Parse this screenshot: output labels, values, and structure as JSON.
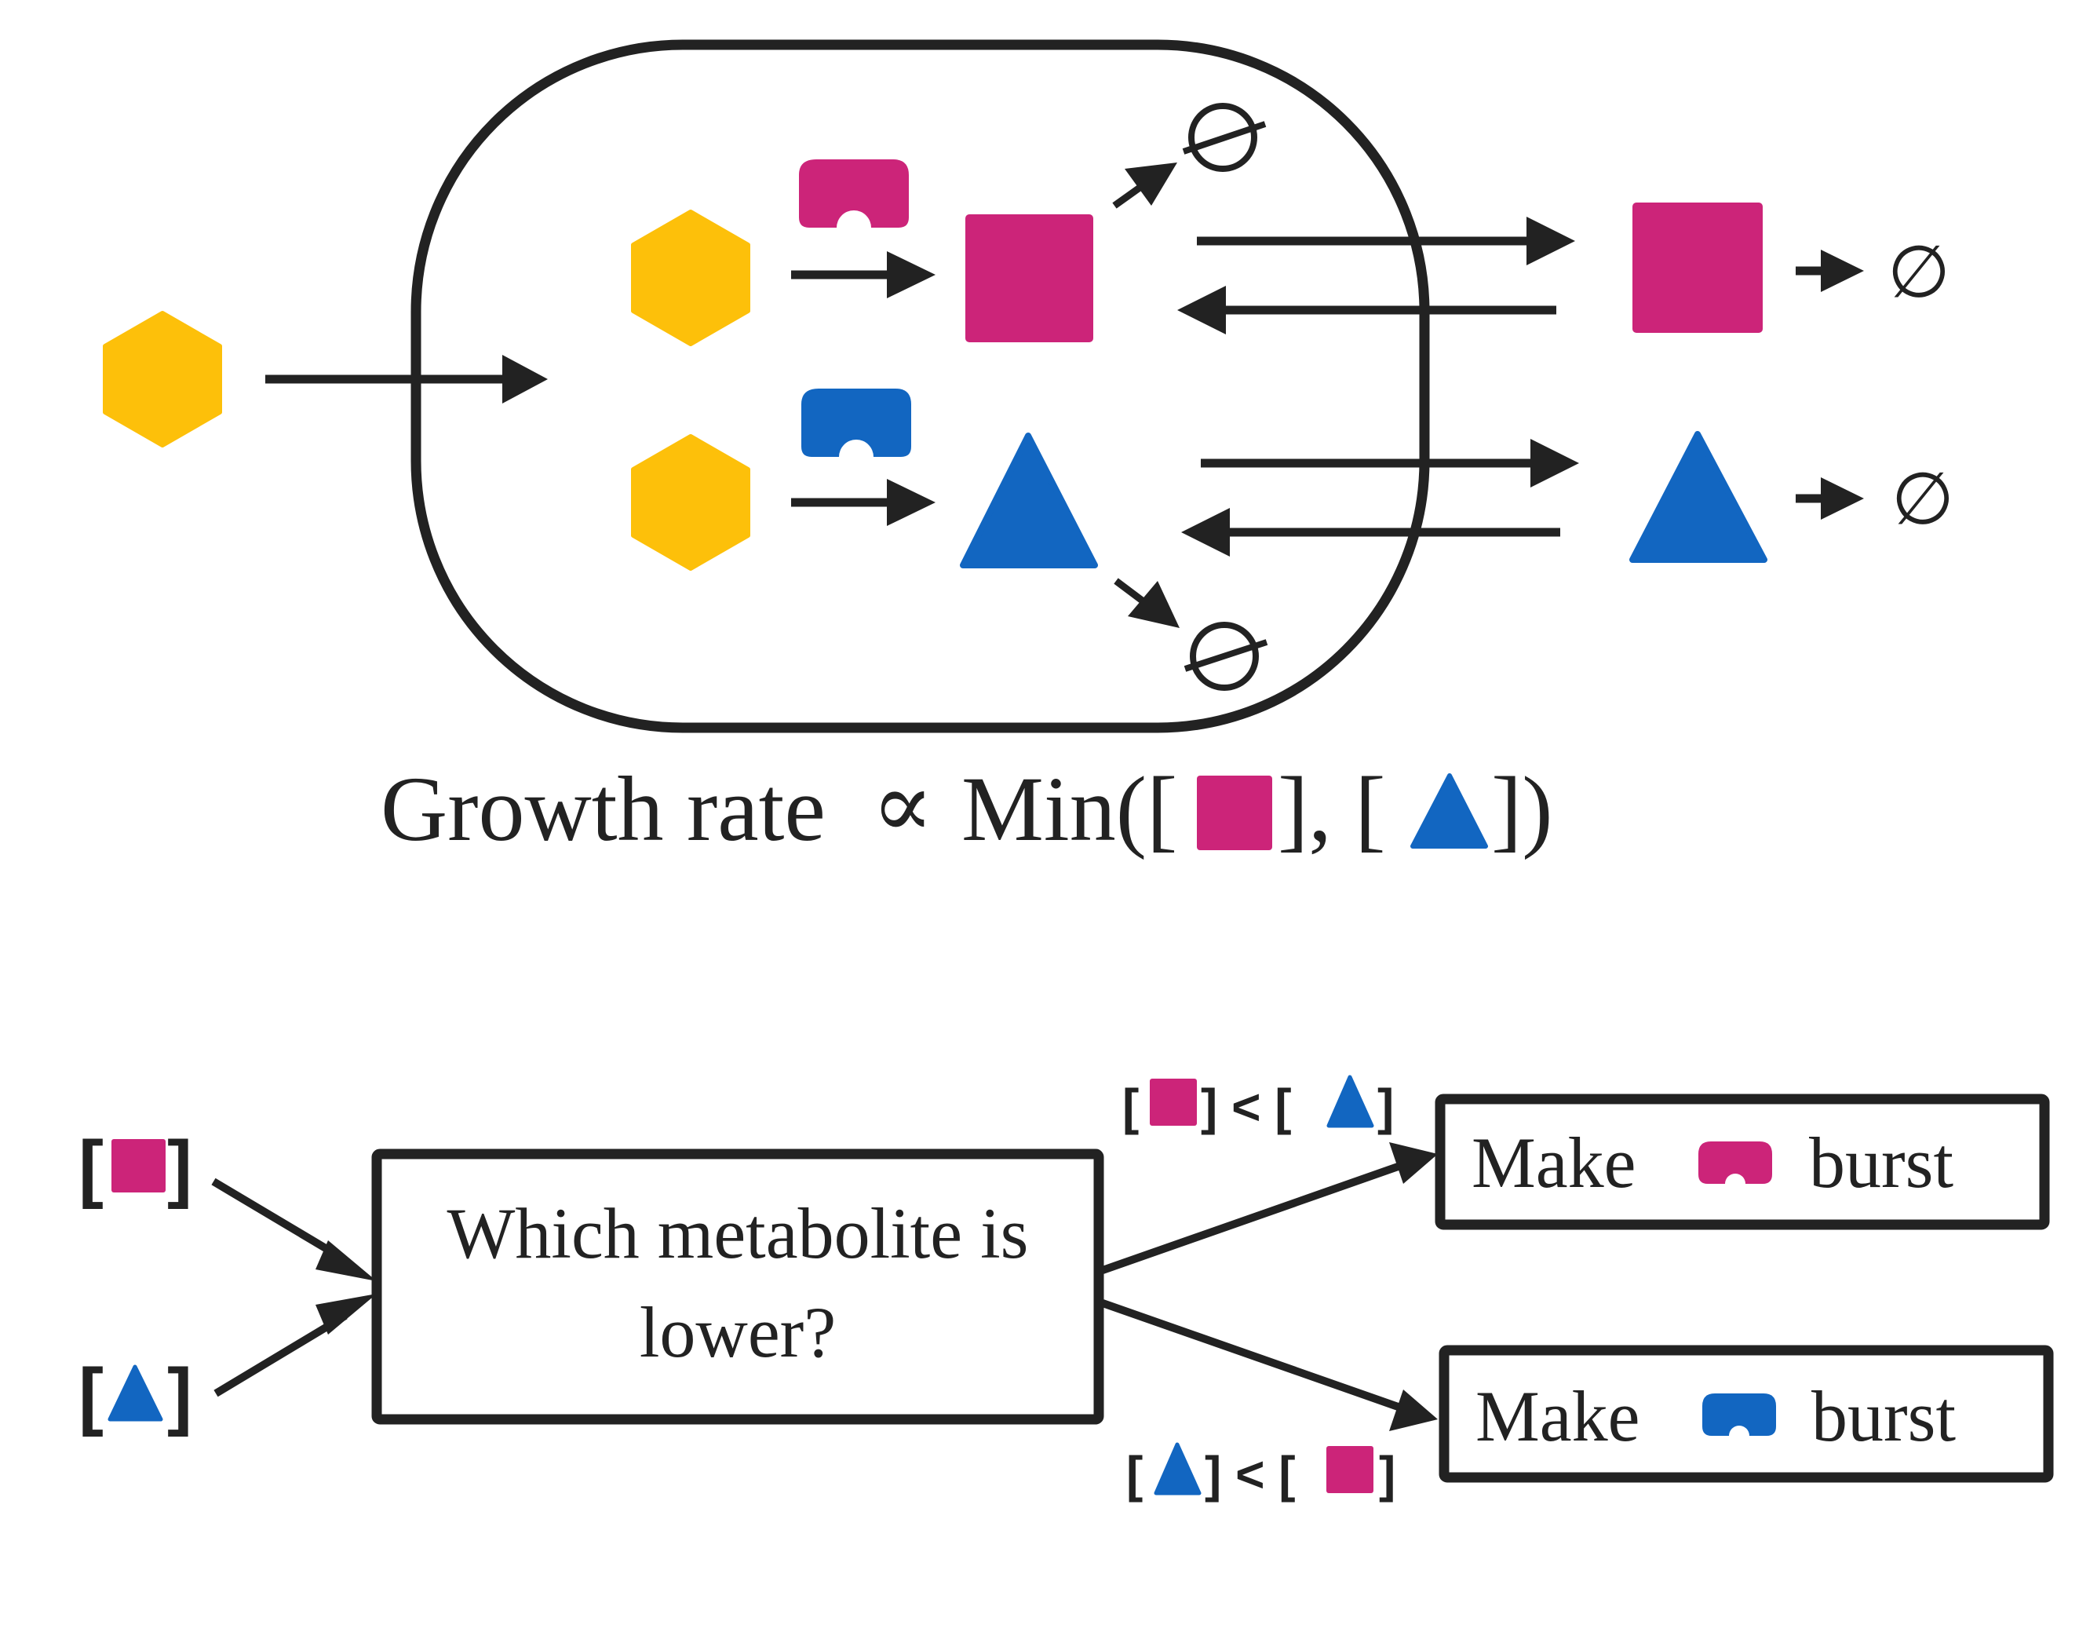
{
  "colors": {
    "hexagon": "#FDC00A",
    "square": "#CC2479",
    "triangle": "#1266C1",
    "line": "#222222"
  },
  "icons": {
    "null_set": "∅",
    "proportional": "∝"
  },
  "formula": {
    "prefix": "Growth rate",
    "proportional": "∝",
    "func_open": "Min([",
    "separator": "], [",
    "func_close": "])"
  },
  "decision": {
    "question_line1": "Which metabolite is",
    "question_line2": "lower?",
    "input_square_open": "[",
    "input_square_close": "]",
    "input_triangle_open": "[",
    "input_triangle_close": "]",
    "condition_top": {
      "open": "[",
      "mid": "] < [",
      "close": "]"
    },
    "condition_bottom": {
      "open": "[",
      "mid": "] < [",
      "close": "]"
    },
    "outcome_top": {
      "prefix": "Make",
      "suffix": "burst"
    },
    "outcome_bottom": {
      "prefix": "Make",
      "suffix": "burst"
    }
  }
}
